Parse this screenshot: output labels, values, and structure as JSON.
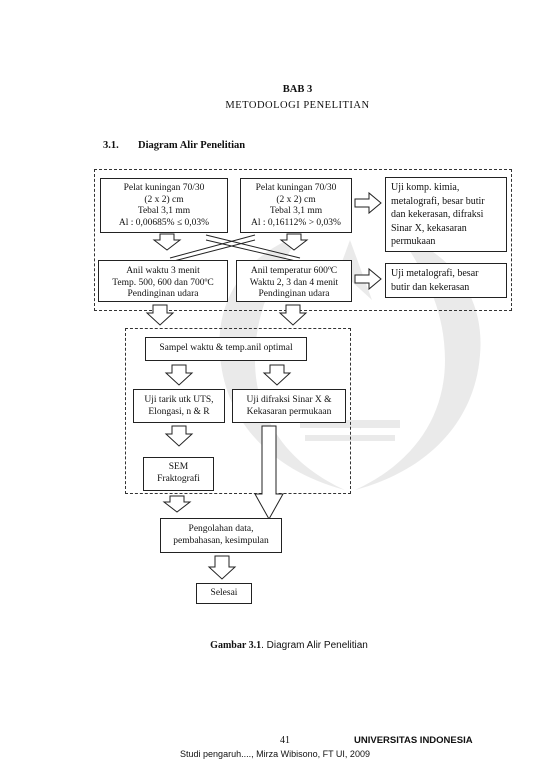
{
  "header": {
    "chapter": "BAB 3",
    "title": "METODOLOGI PENELITIAN"
  },
  "section": {
    "number": "3.1.",
    "title": "Diagram Alir Penelitian"
  },
  "diagram": {
    "box_a": [
      "Pelat kuningan 70/30",
      "(2 x 2) cm",
      "Tebal 3,1 mm",
      "Al : 0,00685% ≤ 0,03%"
    ],
    "box_b": [
      "Pelat kuningan 70/30",
      "(2 x 2) cm",
      "Tebal 3,1 mm",
      "Al : 0,16112% > 0,03%"
    ],
    "box_c": [
      "Uji komp. kimia,",
      "metalografi, besar butir",
      "dan kekerasan, difraksi",
      "Sinar X, kekasaran",
      "permukaan"
    ],
    "box_d": [
      "Anil waktu 3 menit",
      "Temp. 500, 600 dan 700ºC",
      "Pendinginan udara"
    ],
    "box_e": [
      "Anil temperatur 600ºC",
      "Waktu 2, 3 dan 4 menit",
      "Pendinginan udara"
    ],
    "box_f": [
      "Uji metalografi, besar",
      "butir dan kekerasan"
    ],
    "box_g": [
      "Sampel waktu & temp.anil optimal"
    ],
    "box_h": [
      "Uji tarik utk UTS,",
      "Elongasi, n & R"
    ],
    "box_i": [
      "Uji difraksi Sinar X &",
      "Kekasaran permukaan"
    ],
    "box_j": [
      "SEM",
      "Fraktografi"
    ],
    "box_k": [
      "Pengolahan data,",
      "pembahasan, kesimpulan"
    ],
    "box_l": [
      "Selesai"
    ]
  },
  "caption": {
    "label": "Gambar 3.1",
    "text": ". Diagram Alir Penelitian"
  },
  "footer": {
    "page_number": "41",
    "university": "UNIVERSITAS INDONESIA",
    "citation": "Studi pengaruh...., Mirza Wibisono, FT UI, 2009"
  },
  "colors": {
    "watermark": "#c8c8c8",
    "line": "#222222"
  }
}
